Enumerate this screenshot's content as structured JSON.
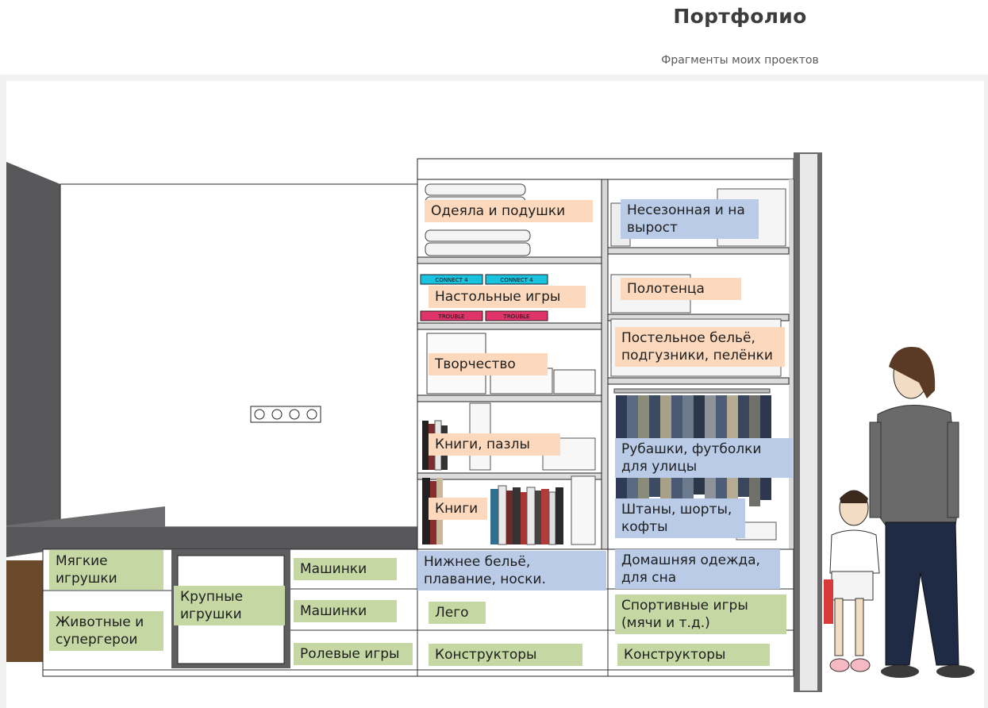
{
  "header": {
    "title": "Портфолио",
    "subtitle": "Фрагменты моих проектов"
  },
  "colors": {
    "orange_label": "#fcd9bd",
    "blue_label": "#b9cbe6",
    "green_label": "#c5d8a4",
    "wall_dark": "#58585a",
    "wood": "#6b4a2b"
  },
  "board_game_boxes": {
    "connect": "CONNECT 4",
    "trouble": "TROUBLE"
  },
  "labels": {
    "blankets": "Одеяла и подушки",
    "offseason": "Несезонная и на вырост",
    "board_games": "Настольные игры",
    "towels": "Полотенца",
    "bedding": "Постельное бельё, подгузники, пелёнки",
    "creativity": "Творчество",
    "books_puzzles": "Книги, пазлы",
    "shirts": "Рубашки, футболки для улицы",
    "books": "Книги",
    "pants": "Штаны, шорты, кофты",
    "soft_toys": "Мягкие игрушки",
    "animals": "Животные и супергерои",
    "big_toys": "Крупные игрушки",
    "cars_1": "Машинки",
    "cars_2": "Машинки",
    "role_games": "Ролевые игры",
    "underwear": "Нижнее бельё, плавание, носки.",
    "lego": "Лего",
    "constructors_1": "Конструкторы",
    "home_clothes": "Домашняя одежда, для сна",
    "sport_games": "Спортивные игры (мячи и т.д.)",
    "constructors_2": "Конструкторы"
  }
}
